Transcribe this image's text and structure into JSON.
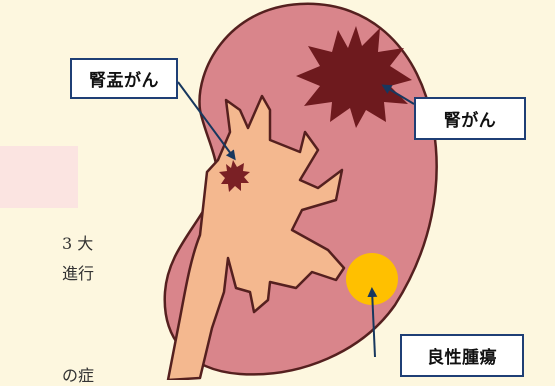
{
  "labels": {
    "renal_pelvis_cancer": "腎盂がん",
    "kidney_cancer": "腎がん",
    "benign_tumor": "良性腫瘍"
  },
  "clipped_text": {
    "line1": "3 大",
    "line2": "進行",
    "line3": "の症"
  },
  "colors": {
    "background": "#fdf7df",
    "kidney_fill": "#d9858b",
    "pelvis_fill": "#f4b88f",
    "tumor_dark": "#6e1a1e",
    "benign_fill": "#ffc000",
    "box_border": "#1f3f75",
    "arrow": "#17375e"
  }
}
